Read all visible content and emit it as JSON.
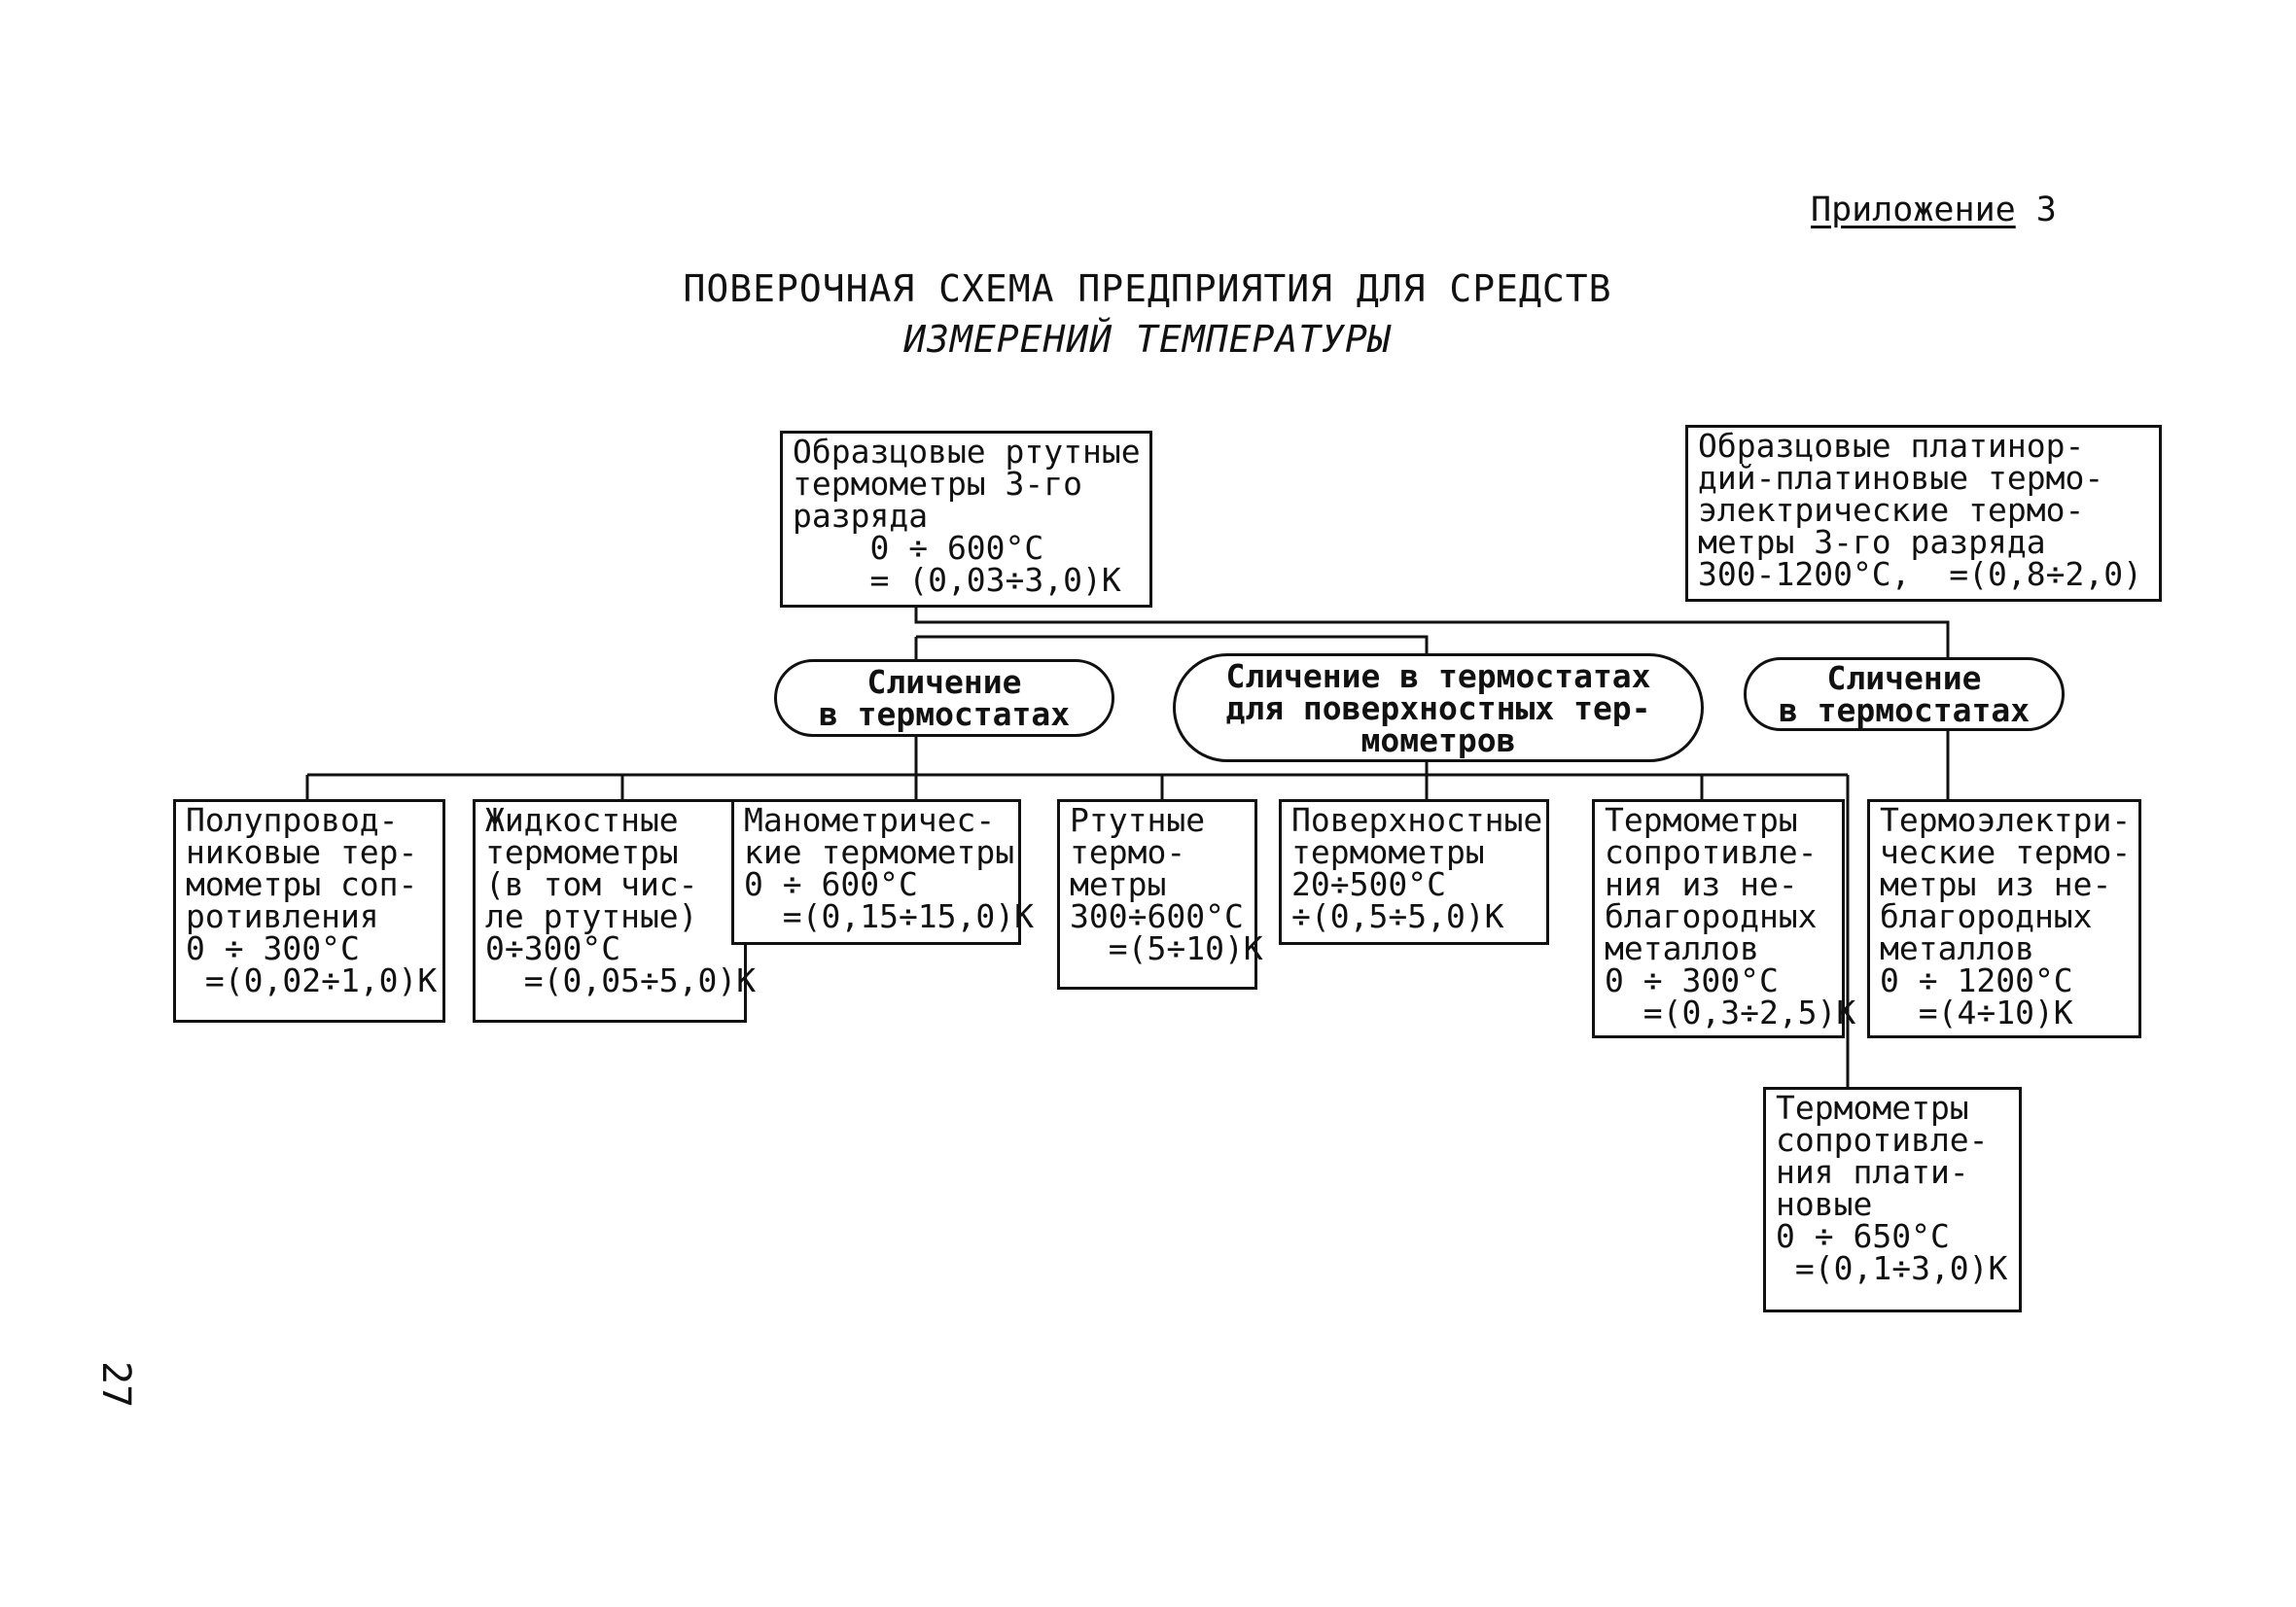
{
  "appendix": {
    "label": "Приложение",
    "number": "3"
  },
  "title": {
    "line1": "ПОВЕРОЧНАЯ СХЕМА ПРЕДПРИЯТИЯ ДЛЯ СРЕДСТВ",
    "line2": "ИЗМЕРЕНИЙ  ТЕМПЕРАТУРЫ"
  },
  "standards": {
    "mercury": {
      "lines": [
        "Образцовые ртутные",
        "термометры 3-го",
        "разряда",
        "    0 ÷ 600°C",
        "    = (0,03÷3,0)K"
      ]
    },
    "platinum": {
      "lines": [
        "Образцовые платинор-",
        "дий-платиновые термо-",
        "электрические термо-",
        "метры 3-го разряда",
        "300-1200°C,  =(0,8÷2,0)"
      ]
    }
  },
  "methods": {
    "left": {
      "lines": [
        "Сличение",
        "в термостатах"
      ]
    },
    "center": {
      "lines": [
        "Сличение в термостатах",
        "для поверхностных тер-",
        "мометров"
      ]
    },
    "right": {
      "lines": [
        "Сличение",
        "в термостатах"
      ]
    }
  },
  "instruments": [
    {
      "lines": [
        "Полупровод-",
        "никовые тер-",
        "мометры соп-",
        "ротивления",
        "",
        "0 ÷ 300°C",
        " =(0,02÷1,0)K"
      ]
    },
    {
      "lines": [
        "Жидкостные",
        "термометры",
        "(в том чис-",
        "ле ртутные)",
        "",
        "0÷300°C",
        "  =(0,05÷5,0)K"
      ]
    },
    {
      "lines": [
        "Манометричес-",
        "кие термометры",
        "0 ÷ 600°C",
        "  =(0,15÷15,0)K"
      ]
    },
    {
      "lines": [
        "Ртутные",
        "термо-",
        "метры",
        "300÷600°C",
        "",
        "  =(5÷10)K"
      ]
    },
    {
      "lines": [
        "Поверхностные",
        "термометры",
        "20÷500°C",
        "÷(0,5÷5,0)K"
      ]
    },
    {
      "lines": [
        "Термометры",
        "сопротивле-",
        "ния из не-",
        "благородных",
        "металлов",
        "0 ÷ 300°C",
        "  =(0,3÷2,5)K"
      ]
    },
    {
      "lines": [
        "Термоэлектри-",
        "ческие термо-",
        "метры из не-",
        "благородных",
        "металлов",
        "0 ÷ 1200°C",
        "  =(4÷10)K"
      ]
    },
    {
      "lines": [
        "Термометры",
        "сопротивле-",
        "ния плати-",
        "новые",
        "0 ÷ 650°C",
        "",
        " =(0,1÷3,0)K"
      ]
    }
  ],
  "page_number": "27"
}
